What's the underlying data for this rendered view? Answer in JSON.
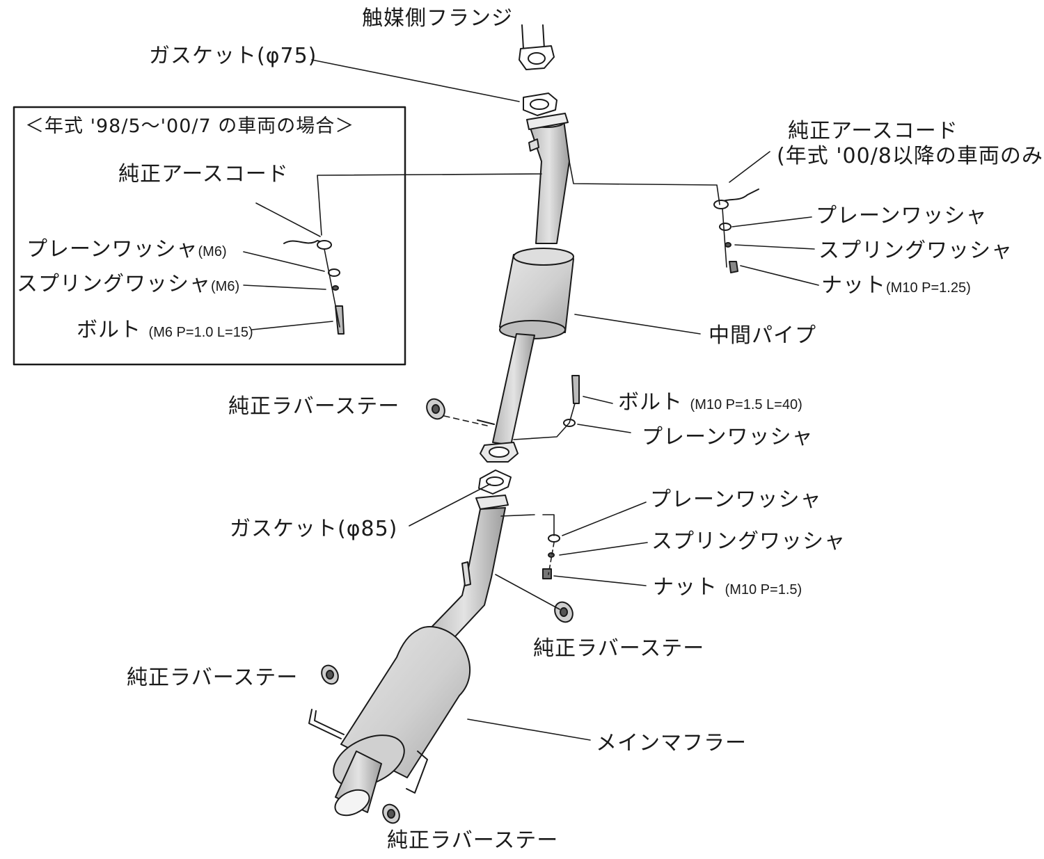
{
  "inset": {
    "title": "＜年式 '98/5〜'00/7 の車両の場合＞",
    "earth_cord": "純正アースコード",
    "plain_washer": "プレーンワッシャ",
    "plain_washer_spec": "(M6)",
    "spring_washer": "スプリングワッシャ",
    "spring_washer_spec": "(M6)",
    "bolt": "ボルト",
    "bolt_spec": "(M6 P=1.0 L=15)"
  },
  "labels": {
    "cat_flange": "触媒側フランジ",
    "gasket75": "ガスケット(φ75)",
    "earth_cord": "純正アースコード",
    "earth_cord_note": "(年式 '00/8以降の車両のみ)",
    "plain_washer_a": "プレーンワッシャ",
    "spring_washer_a": "スプリングワッシャ",
    "nut_a": "ナット",
    "nut_a_spec": "(M10 P=1.25)",
    "mid_pipe": "中間パイプ",
    "rubber_stay_a": "純正ラバーステー",
    "bolt_b": "ボルト",
    "bolt_b_spec": "(M10 P=1.5 L=40)",
    "plain_washer_b": "プレーンワッシャ",
    "gasket85": "ガスケット(φ85)",
    "plain_washer_c": "プレーンワッシャ",
    "spring_washer_c": "スプリングワッシャ",
    "nut_c": "ナット",
    "nut_c_spec": "(M10 P=1.5)",
    "rubber_stay_b": "純正ラバーステー",
    "rubber_stay_c": "純正ラバーステー",
    "main_muffler": "メインマフラー",
    "rubber_stay_d": "純正ラバーステー"
  }
}
